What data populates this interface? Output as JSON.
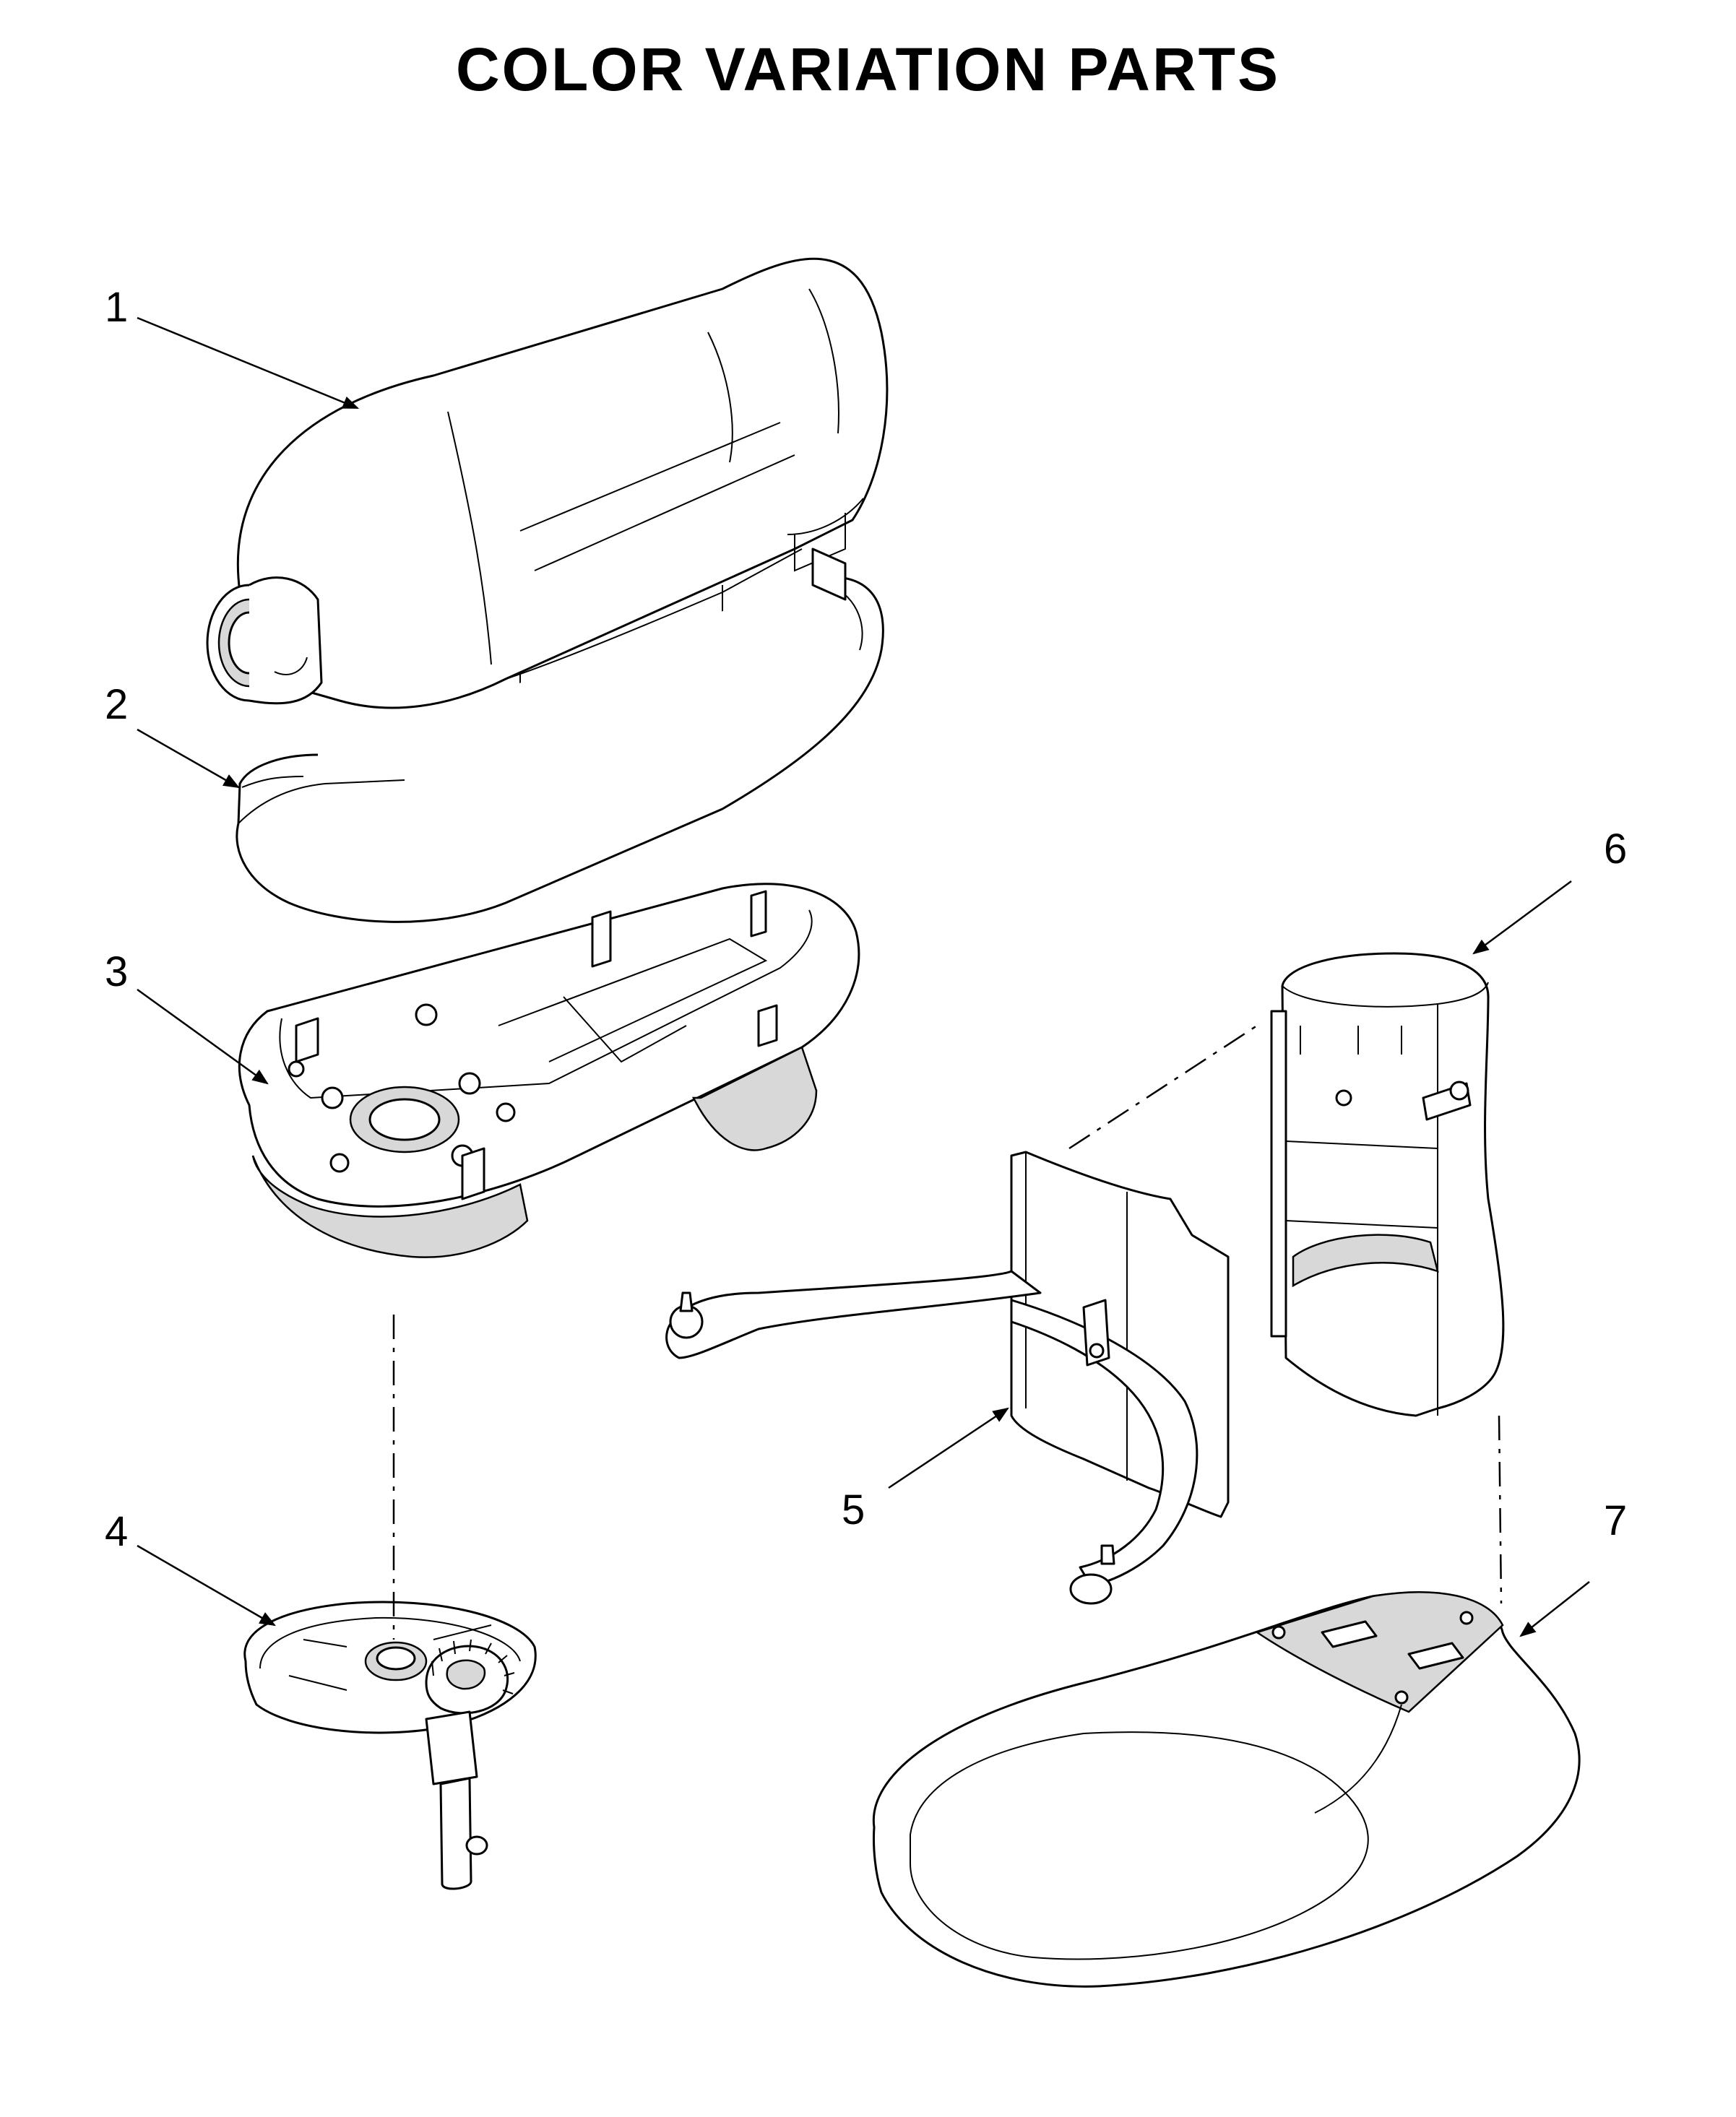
{
  "title": "COLOR VARIATION PARTS",
  "callouts": [
    {
      "id": "1",
      "label": "1",
      "part": "motor-housing"
    },
    {
      "id": "2",
      "label": "2",
      "part": "trim-band"
    },
    {
      "id": "3",
      "label": "3",
      "part": "gear-housing-base"
    },
    {
      "id": "4",
      "label": "4",
      "part": "planetary-drive"
    },
    {
      "id": "5",
      "label": "5",
      "part": "bowl-support"
    },
    {
      "id": "6",
      "label": "6",
      "part": "pedestal-column"
    },
    {
      "id": "7",
      "label": "7",
      "part": "base"
    }
  ]
}
